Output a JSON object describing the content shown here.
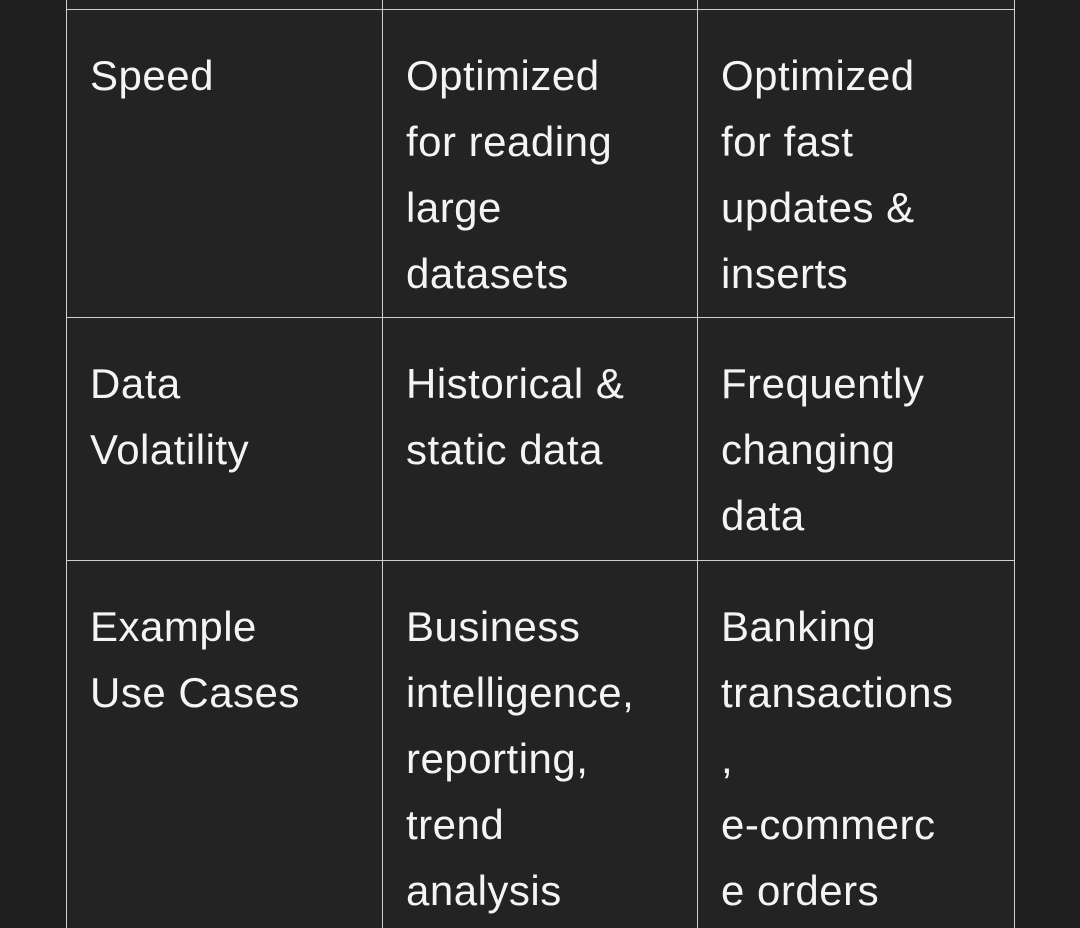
{
  "table": {
    "rows": [
      {
        "label": "Speed",
        "col_a": "Optimized\nfor reading\nlarge\ndatasets",
        "col_b": "Optimized\nfor fast\nupdates &\ninserts"
      },
      {
        "label": "Data\nVolatility",
        "col_a": "Historical &\nstatic data",
        "col_b": "Frequently\nchanging\ndata"
      },
      {
        "label": "Example\nUse Cases",
        "col_a": "Business\nintelligence,\nreporting,\ntrend\nanalysis",
        "col_b": "Banking\ntransactions\n,\ne-commerc\ne orders"
      }
    ]
  },
  "colors": {
    "background": "#1f1f1f",
    "cell_background": "#232323",
    "border": "#cfcfcf",
    "text": "#f4f4f4"
  }
}
